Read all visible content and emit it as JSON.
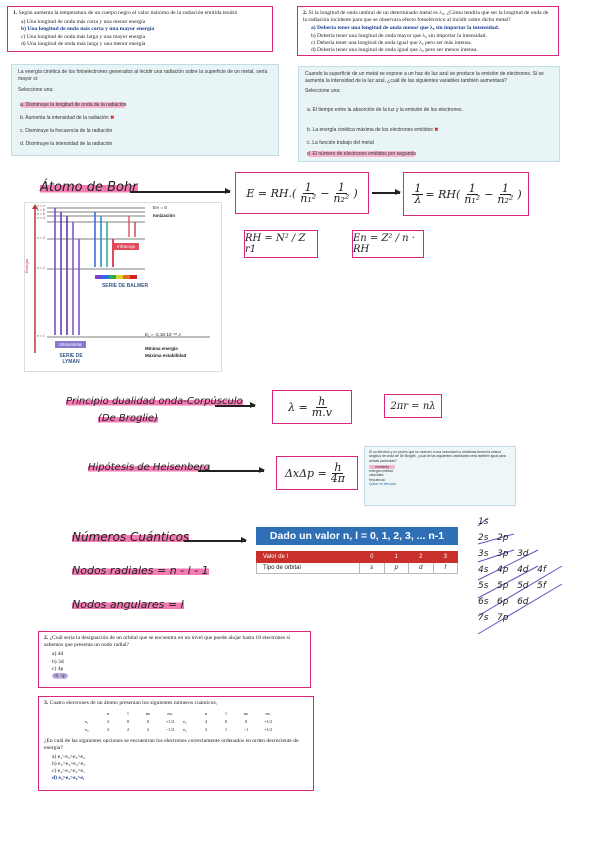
{
  "q1": {
    "number": "1.",
    "stem": "Según aumenta la temperatura de un cuerpo negro el valor máximo de la radiación emitida tendrá",
    "options": [
      "a)  Una longitud de onda más corta y una menor energía",
      "b)  Una longitud de onda más corta y una mayor energía",
      "c)  Una longitud de onda más larga y una mayor energía",
      "d)  Una longitud de onda más larga y una menor energía"
    ]
  },
  "q2": {
    "number": "2.",
    "stem": "Si la longitud de onda umbral de un determinado metal es λ₀, ¿Cómo tendría que ser la longitud de onda de la radiación incidente para que se observara efecto fotoeléctrico al incidir sobre dicho metal?",
    "options": [
      "a)  Debería tener una longitud de onda menor que λ₀ sin importar la intensidad.",
      "b)  Debería tener una longitud de onda mayor que λ₀ sin importar la intensidad.",
      "c)  Debería tener una longitud de onda igual que λ₀ pero ser más intensa.",
      "d)  Debería tener una longitud de onda igual que λ₀ pero ser menos intensa."
    ]
  },
  "moodle_left": {
    "question": "La energía cinética de los fotoelectrones generados al incidir una radiación sobre la superficie de un metal, sería mayor si:",
    "prompt": "Seleccione una:",
    "options": [
      "a.   Disminuye la longitud de onda de la radiación",
      "b.   Aumenta la intensidad de la radiación",
      "c.   Disminuye la frecuencia de la radiación",
      "d.   Disminuye la intensidad de la radiación"
    ],
    "wrong_mark": "✖"
  },
  "moodle_right": {
    "question": "Cuando la superficie de un metal se expone a un haz de luz azul se produce la emisión de electrones. Si se aumenta la intensidad de la luz azul, ¿cuál de las siguientes variables también aumentará?",
    "prompt": "Seleccione una:",
    "options": [
      "a.   El tiempo entre la absorción de la luz y la emisión de los electrones.",
      "b.   La energía cinética máxima de los electrones emitidos",
      "c.   La función trabajo del metal",
      "d.   El número de electrones emitidos por segundo"
    ],
    "wrong_mark": "✖"
  },
  "bohr": {
    "title": "Átomo de Bohr",
    "levels": [
      "n = ∞",
      "n = 6",
      "n = 5",
      "n = 4",
      "n = 3",
      "n = 2",
      "n = 1"
    ],
    "e_inf": "E∞ = 0",
    "ionization": "Ionización",
    "infrared": "Infrarrojo",
    "balmer": "SERIE DE BALMER",
    "uv": "Ultravioleta",
    "lyman": "SERIE DE LYMAN",
    "e1": "E₁ = -2,18·10⁻¹⁸ J",
    "min_energy": "Mínima energía",
    "max_stability": "Máxima estabilidad",
    "energy_axis": "Energía",
    "eq1": "E = RH.",
    "eq2": "= RH",
    "rh_eq": "RH = N² / Z  r1",
    "en_eq": "En = Z² / n · RH"
  },
  "debroglie": {
    "title": "Principio dualidad onda-Corpúsculo",
    "sub": "(De Broglie)",
    "eq": "λ = h / m.v",
    "eq2": "2πr = nλ"
  },
  "heisenberg": {
    "title": "Hipótesis de Heisenberg",
    "eq": "ΔxΔp = h / 4π",
    "card_text": "Si un electrón y un protón que se mueven a una velocidad no relativista tienen la misma longitud de onda de De Broglie, ¿cuál de las siguientes cantidades será también igual para ambas partículas?",
    "card_options": [
      "momento",
      "energía cinética",
      "velocidad",
      "frecuencia"
    ],
    "card_footer": "Quitar mi elección"
  },
  "quantum": {
    "title": "Números Cuánticos",
    "radial": "Nodos radiales = n - l - 1",
    "angular": "Nodos angulares = l",
    "banner": "Dado un valor n, l = 0, 1, 2, 3, ... n-1",
    "row1": [
      "Valor de l",
      "0",
      "1",
      "2",
      "3"
    ],
    "row2": [
      "Tipo de orbital",
      "s",
      "p",
      "d",
      "f"
    ],
    "orbitals": [
      [
        "1s"
      ],
      [
        "2s",
        "2p"
      ],
      [
        "3s",
        "3p",
        "3d"
      ],
      [
        "4s",
        "4p",
        "4d",
        "4f"
      ],
      [
        "5s",
        "5p",
        "5d",
        "5f"
      ],
      [
        "6s",
        "6p",
        "6d"
      ],
      [
        "7s",
        "7p"
      ]
    ]
  },
  "q3": {
    "number": "2.",
    "stem": "¿Cuál sería la designación de un orbital que se encuentra en un nivel que puede alojar hasta 18 electrones si sabemos que presenta un nodo radial?",
    "options": [
      "a)   4d",
      "b)   3d",
      "c)   4p",
      "d)   3p"
    ]
  },
  "q4": {
    "number": "3.",
    "stem": "Cuatro electrones de un átomo presentan los siguientes números cuánticos,",
    "headers": [
      "n",
      "l",
      "mₗ",
      "mₛ",
      "n",
      "l",
      "mₗ",
      "mₛ"
    ],
    "rows": [
      [
        "e₁",
        "3",
        "0",
        "0",
        "+1/2",
        "e₂",
        "4",
        "0",
        "0",
        "+1/2"
      ],
      [
        "e₃",
        "3",
        "2",
        "2",
        "−1/2",
        "e₄",
        "3",
        "1",
        "−1",
        "+1/2"
      ]
    ],
    "question": "¿En cuál de las siguientes opciones se encuentran los electrones correctamente ordenados en orden decreciente de energía?",
    "options": [
      "a)   e₁>e₂>e₃>e₄",
      "b)   e₂>e₃>e₄>e₁",
      "c)   e₄>e₃>e₂>e₁",
      "d)   e₂>e₃>e₄>e₁"
    ]
  },
  "colors": {
    "accent": "#d8287a",
    "highlight": "#f37ab2",
    "blue_banner": "#2f6fb5",
    "red_header": "#c9302c"
  }
}
